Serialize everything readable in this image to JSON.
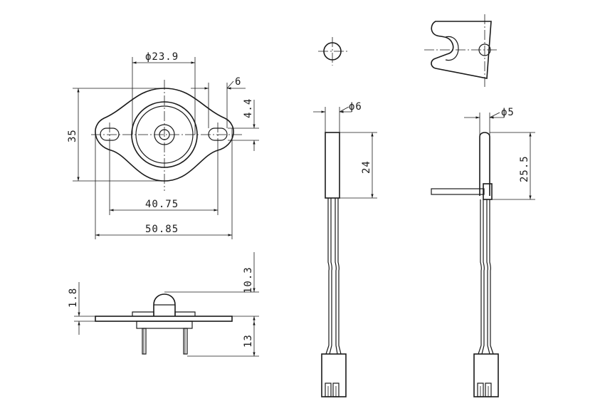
{
  "dimensions": {
    "d_center": "ϕ23.9",
    "slot_w": "6",
    "h_offset": "4.4",
    "height": "35",
    "hole_pitch": "40.75",
    "width": "50.85",
    "flange_t": "1.8",
    "cap_h": "10.3",
    "term_h": "13",
    "probe_a_d": "ϕ6",
    "probe_a_len": "24",
    "probe_b_d": "ϕ5",
    "probe_b_len": "25.5"
  }
}
